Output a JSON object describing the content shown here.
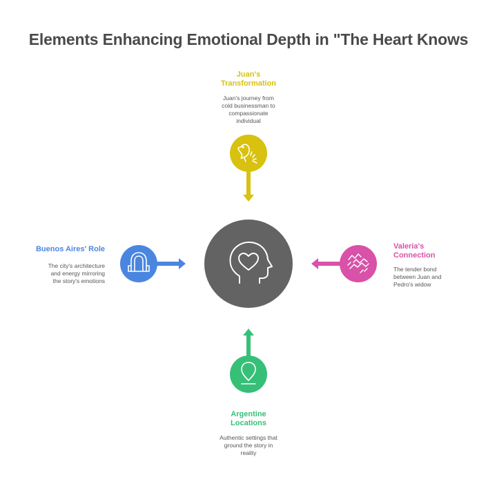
{
  "title": "Elements Enhancing Emotional Depth in \"The Heart Knows",
  "colors": {
    "center": "#636363",
    "top": "#d8c10f",
    "left": "#4a86e0",
    "right": "#d951a8",
    "bottom": "#36c077",
    "title_text": "#4a4a4a",
    "desc_text": "#555555"
  },
  "center": {
    "icon": "heart-head-icon"
  },
  "nodes": {
    "top": {
      "label_line1": "Juan's",
      "label_line2": "Transformation",
      "desc_lines": [
        "Juan's journey from",
        "cold businessman to",
        "compassionate",
        "individual"
      ],
      "icon": "bird-icon"
    },
    "left": {
      "label_line1": "Buenos Aires' Role",
      "desc_lines": [
        "The city's architecture",
        "and energy mirroring",
        "the story's emotions"
      ],
      "icon": "arch-building-icon"
    },
    "right": {
      "label_line1": "Valeria's",
      "label_line2": "Connection",
      "desc_lines": [
        "The tender bond",
        "between Juan and",
        "Pedro's widow"
      ],
      "icon": "handshake-icon"
    },
    "bottom": {
      "label_line1": "Argentine",
      "label_line2": "Locations",
      "desc_lines": [
        "Authentic settings that",
        "ground the story in",
        "reality"
      ],
      "icon": "map-pin-icon"
    }
  }
}
